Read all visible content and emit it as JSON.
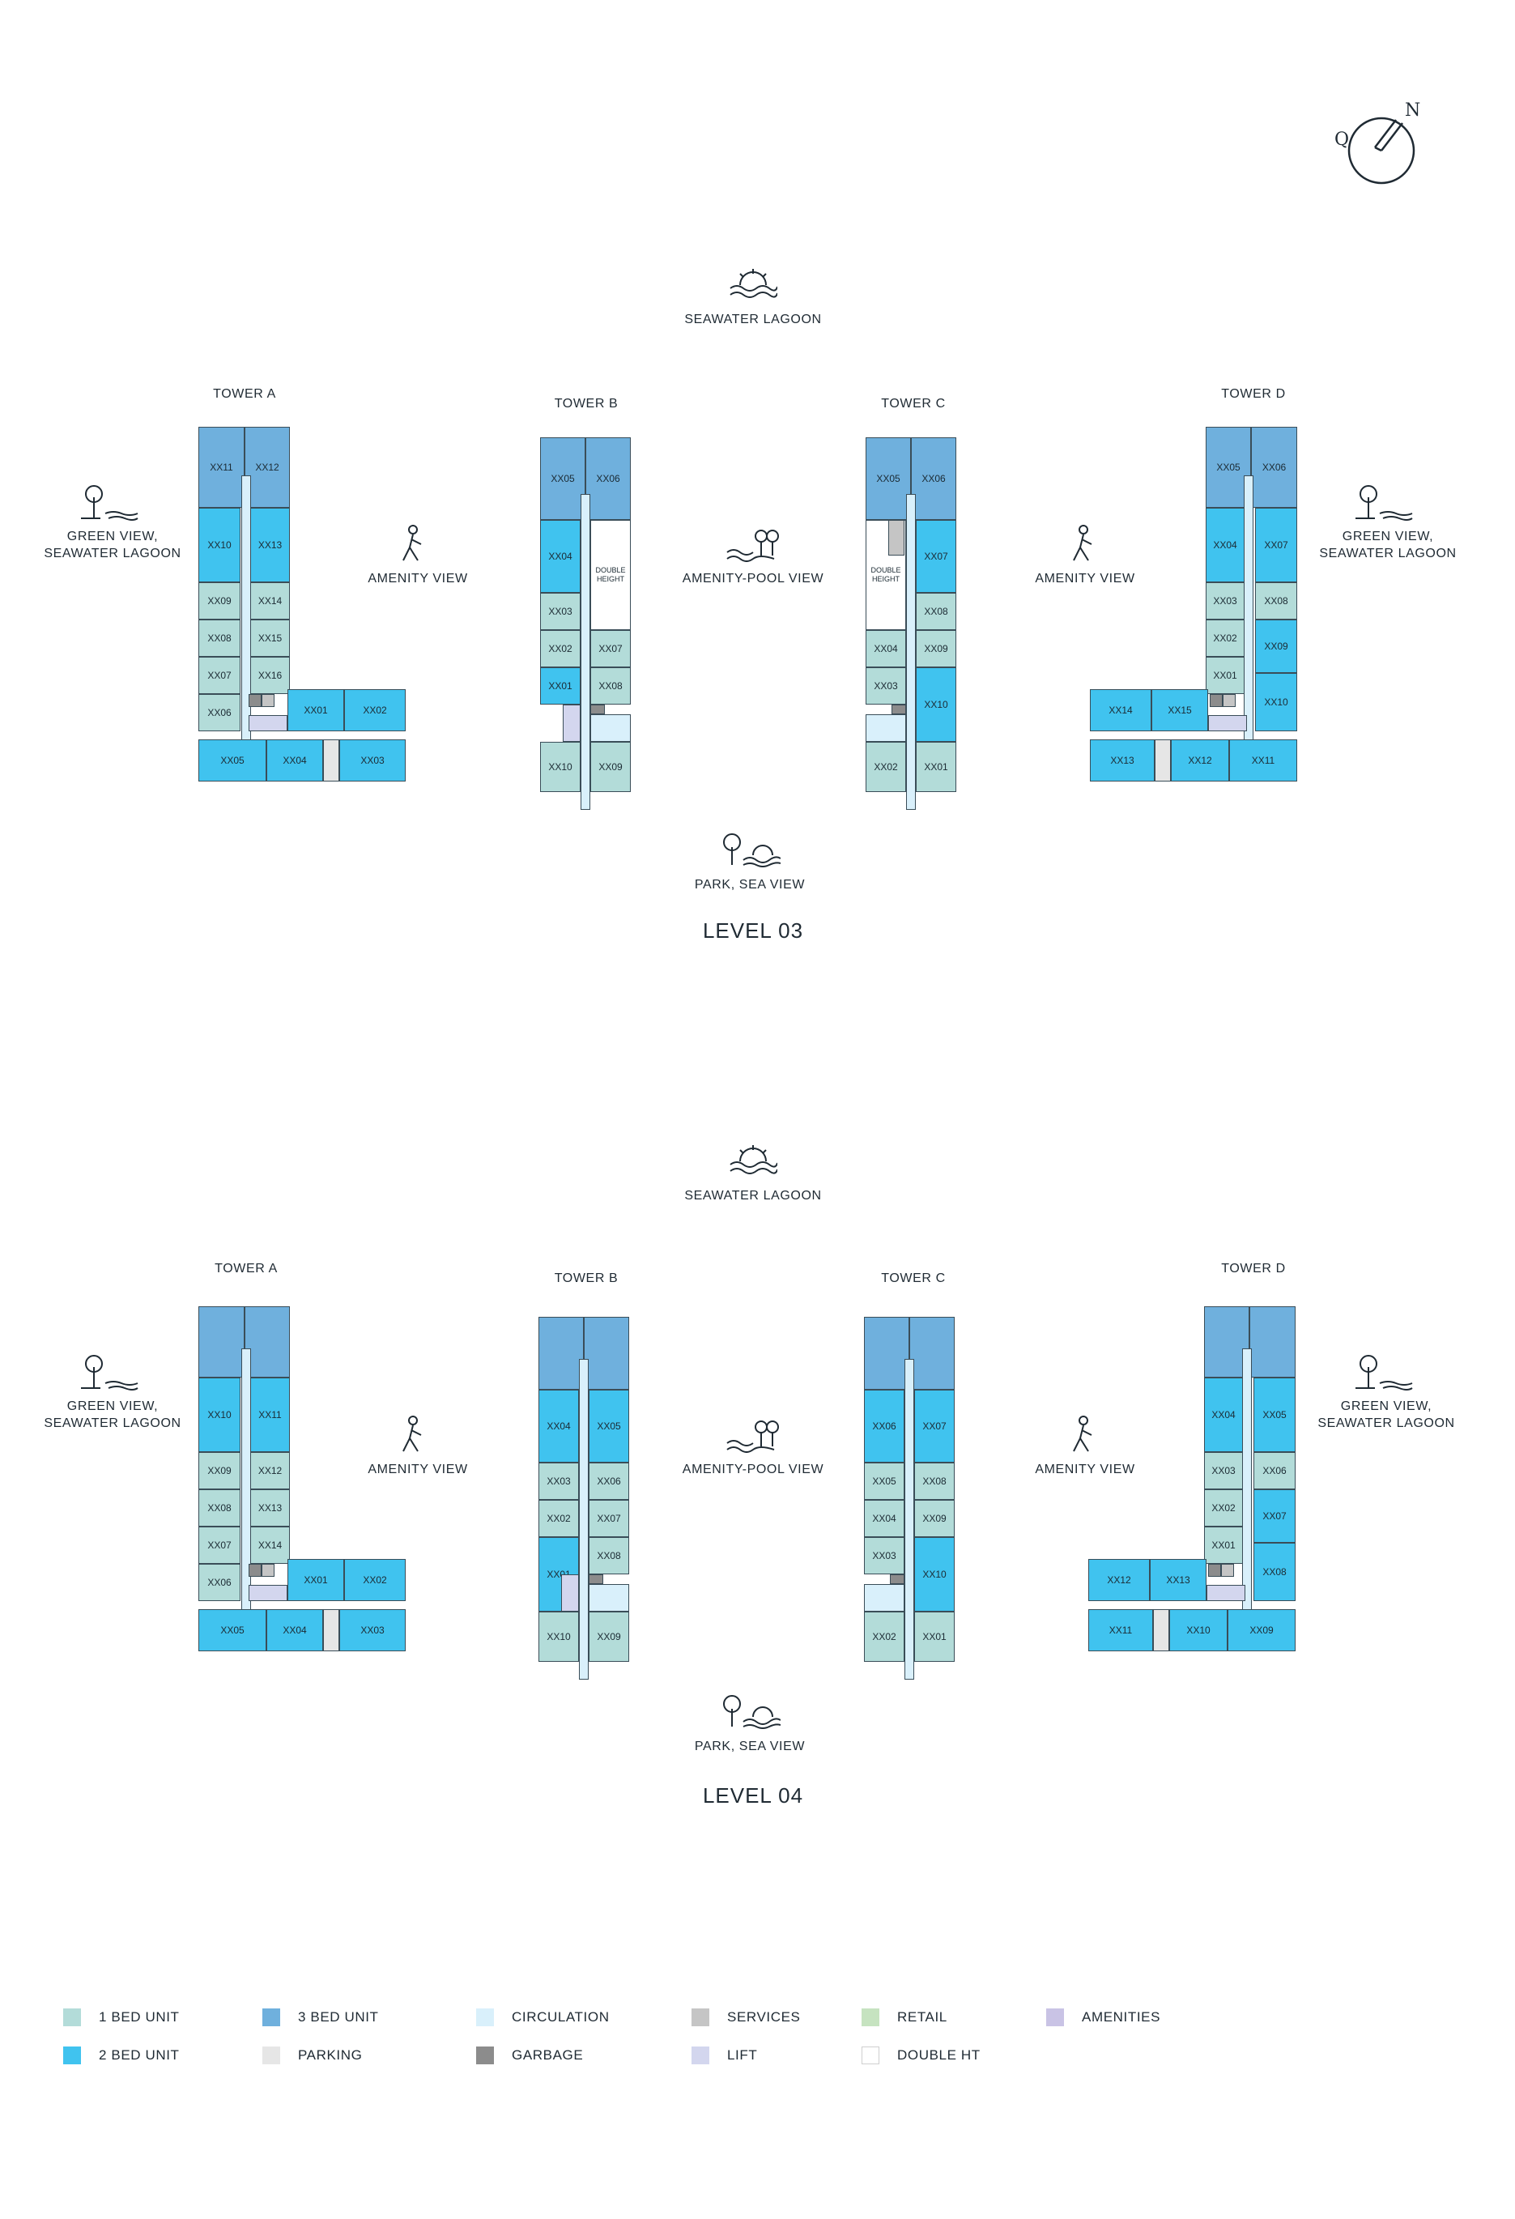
{
  "compass": {
    "north": "N",
    "other": "Q"
  },
  "levels": [
    {
      "title": "LEVEL 03",
      "top_view": "SEAWATER LAGOON",
      "bottom_view": "PARK, SEA VIEW",
      "left_view": "GREEN VIEW,\nSEAWATER LAGOON",
      "right_view": "GREEN VIEW,\nSEAWATER LAGOON",
      "amenity_view_left": "AMENITY VIEW",
      "amenity_pool_view": "AMENITY-POOL VIEW",
      "amenity_view_right": "AMENITY VIEW",
      "towers": {
        "a": "TOWER A",
        "b": "TOWER B",
        "c": "TOWER C",
        "d": "TOWER D"
      },
      "double_height": "DOUBLE\nHEIGHT",
      "units": {
        "a": [
          "XX11",
          "XX12",
          "XX10",
          "XX13",
          "XX09",
          "XX14",
          "XX08",
          "XX15",
          "XX07",
          "XX16",
          "XX06",
          "XX01",
          "XX02",
          "XX05",
          "XX04",
          "XX03"
        ],
        "b": [
          "XX05",
          "XX06",
          "XX04",
          "XX03",
          "XX02",
          "XX07",
          "XX01",
          "XX08",
          "XX10",
          "XX09"
        ],
        "c": [
          "XX05",
          "XX06",
          "XX07",
          "XX08",
          "XX04",
          "XX09",
          "XX03",
          "XX10",
          "XX02",
          "XX01"
        ],
        "d": [
          "XX05",
          "XX06",
          "XX04",
          "XX07",
          "XX03",
          "XX08",
          "XX02",
          "XX09",
          "XX01",
          "XX10",
          "XX14",
          "XX15",
          "XX13",
          "XX12",
          "XX11"
        ]
      }
    },
    {
      "title": "LEVEL 04",
      "top_view": "SEAWATER LAGOON",
      "bottom_view": "PARK, SEA VIEW",
      "left_view": "GREEN VIEW,\nSEAWATER LAGOON",
      "right_view": "GREEN VIEW,\nSEAWATER LAGOON",
      "amenity_view_left": "AMENITY VIEW",
      "amenity_pool_view": "AMENITY-POOL VIEW",
      "amenity_view_right": "AMENITY VIEW",
      "towers": {
        "a": "TOWER A",
        "b": "TOWER B",
        "c": "TOWER C",
        "d": "TOWER D"
      },
      "units": {
        "a": [
          "XX10",
          "XX11",
          "XX09",
          "XX12",
          "XX08",
          "XX13",
          "XX07",
          "XX14",
          "XX06",
          "XX01",
          "XX02",
          "XX05",
          "XX04",
          "XX03"
        ],
        "b": [
          "XX04",
          "XX05",
          "XX03",
          "XX06",
          "XX02",
          "XX07",
          "XX01",
          "XX08",
          "XX10",
          "XX09"
        ],
        "c": [
          "XX06",
          "XX07",
          "XX05",
          "XX08",
          "XX04",
          "XX09",
          "XX03",
          "XX10",
          "XX02",
          "XX01"
        ],
        "d": [
          "XX04",
          "XX05",
          "XX03",
          "XX06",
          "XX02",
          "XX07",
          "XX01",
          "XX08",
          "XX12",
          "XX13",
          "XX11",
          "XX10",
          "XX09"
        ]
      }
    }
  ],
  "legend": [
    {
      "label": "1 BED UNIT",
      "color": "#b3dcd9"
    },
    {
      "label": "3 BED UNIT",
      "color": "#6fb0dd"
    },
    {
      "label": "CIRCULATION",
      "color": "#d9f0fb"
    },
    {
      "label": "SERVICES",
      "color": "#c5c5c5"
    },
    {
      "label": "RETAIL",
      "color": "#c6e3c0"
    },
    {
      "label": "AMENITIES",
      "color": "#c9c3e5"
    },
    {
      "label": "2 BED UNIT",
      "color": "#40c3ef"
    },
    {
      "label": "PARKING",
      "color": "#e6e6e6"
    },
    {
      "label": "GARBAGE",
      "color": "#8c8c8c"
    },
    {
      "label": "LIFT",
      "color": "#d3d6ee"
    },
    {
      "label": "DOUBLE HT",
      "color": "#ffffff"
    }
  ]
}
